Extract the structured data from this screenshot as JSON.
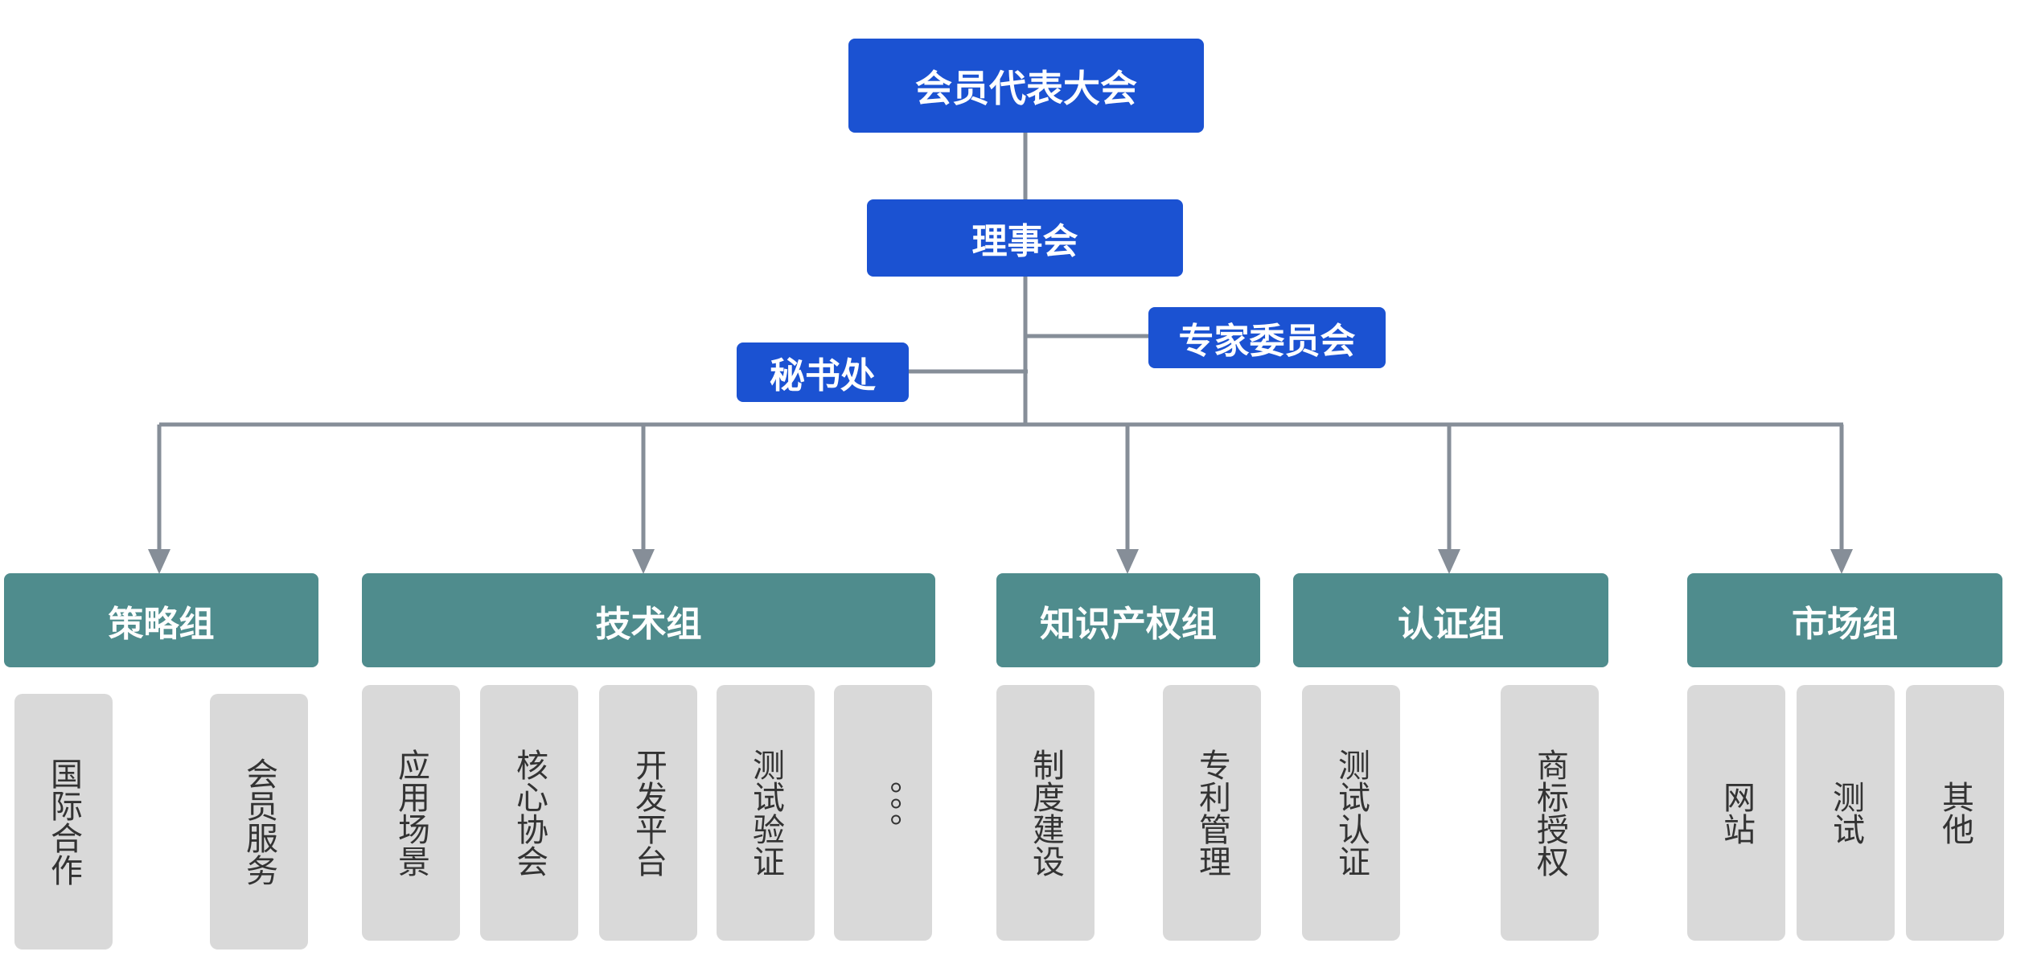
{
  "top": "会员代表大会",
  "board": "理事会",
  "experts": "专家委员会",
  "secretariat": "秘书处",
  "groups": [
    {
      "name": "策略组",
      "items": [
        "国际合作",
        "会员服务"
      ]
    },
    {
      "name": "技术组",
      "items": [
        "应用场景",
        "核心协会",
        "开发平台",
        "测试验证",
        "。。。"
      ]
    },
    {
      "name": "知识产权组",
      "items": [
        "制度建设",
        "专利管理"
      ]
    },
    {
      "name": "认证组",
      "items": [
        "测试认证",
        "商标授权"
      ]
    },
    {
      "name": "市场组",
      "items": [
        "网站",
        "测试",
        "其他"
      ]
    }
  ],
  "colors": {
    "node_blue": "#1b52d2",
    "group_teal": "#4f8c8d",
    "leaf_gray": "#d9d9d9",
    "connector": "#868e98"
  }
}
